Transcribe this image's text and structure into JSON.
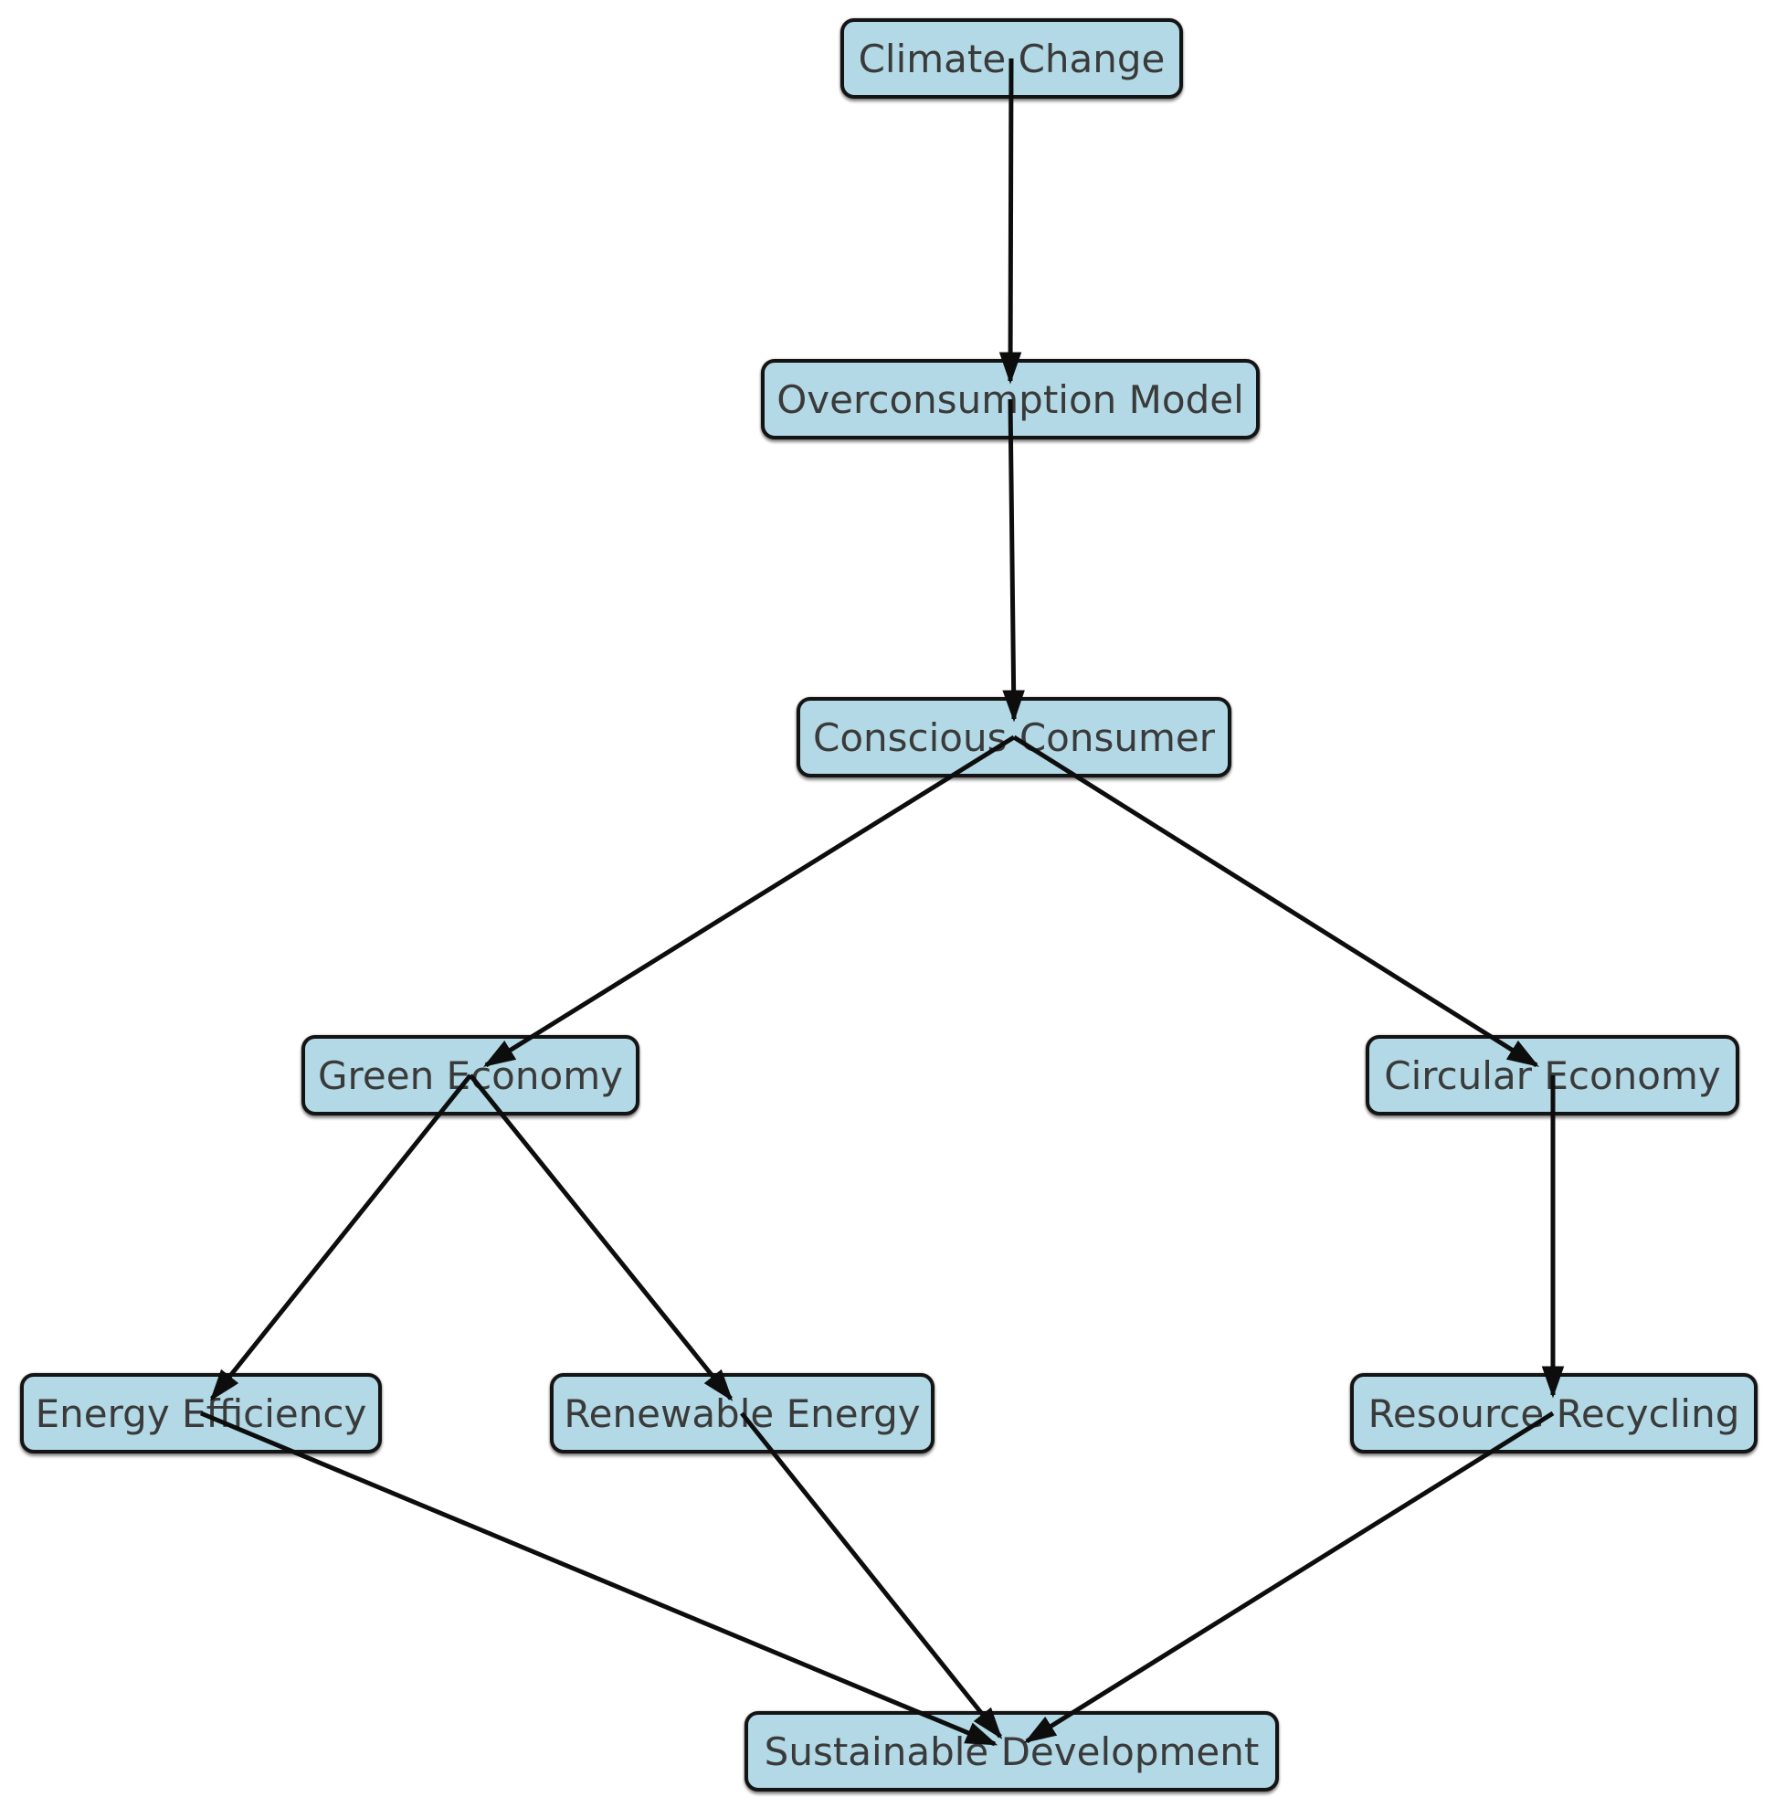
{
  "diagram": {
    "title": "Sustainability concept flow diagram",
    "colors": {
      "page_bg": "#ffffff",
      "node_fill": "#b2d9e5",
      "node_border": "#141414",
      "node_text": "#3a3a3a",
      "edge_color": "#0d0d0d"
    },
    "nodes": [
      {
        "id": "climate-change",
        "label": "Climate Change"
      },
      {
        "id": "overconsumption-model",
        "label": "Overconsumption Model"
      },
      {
        "id": "conscious-consumer",
        "label": "Conscious Consumer"
      },
      {
        "id": "green-economy",
        "label": "Green Economy"
      },
      {
        "id": "circular-economy",
        "label": "Circular Economy"
      },
      {
        "id": "energy-efficiency",
        "label": "Energy Efficiency"
      },
      {
        "id": "renewable-energy",
        "label": "Renewable Energy"
      },
      {
        "id": "resource-recycling",
        "label": "Resource Recycling"
      },
      {
        "id": "sustainable-development",
        "label": "Sustainable Development"
      }
    ],
    "edges": [
      {
        "from": "Climate Change",
        "to": "Overconsumption Model"
      },
      {
        "from": "Overconsumption Model",
        "to": "Conscious Consumer"
      },
      {
        "from": "Conscious Consumer",
        "to": "Green Economy"
      },
      {
        "from": "Conscious Consumer",
        "to": "Circular Economy"
      },
      {
        "from": "Green Economy",
        "to": "Energy Efficiency"
      },
      {
        "from": "Green Economy",
        "to": "Renewable Energy"
      },
      {
        "from": "Circular Economy",
        "to": "Resource Recycling"
      },
      {
        "from": "Energy Efficiency",
        "to": "Sustainable Development"
      },
      {
        "from": "Renewable Energy",
        "to": "Sustainable Development"
      },
      {
        "from": "Resource Recycling",
        "to": "Sustainable Development"
      }
    ]
  }
}
